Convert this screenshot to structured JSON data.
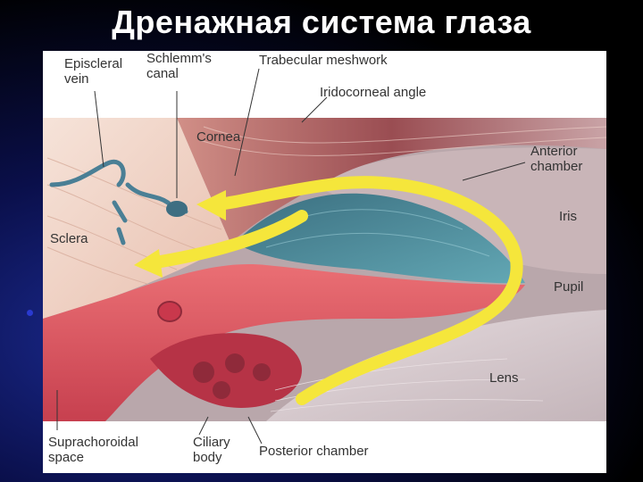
{
  "slide": {
    "title": "Дренажная система глаза"
  },
  "colors": {
    "sclera": "#f1d3c5",
    "tissue_red": "#e05a63",
    "dark_red": "#b9384a",
    "cornea_dark": "#7b3b3f",
    "iris_blue": "#4f8e9c",
    "lens": "#d6c9cc",
    "arrow": "#f5e63b",
    "vessel": "#4a7f95",
    "label_text": "#333333"
  },
  "labels": {
    "episcleral_vein": "Episcleral\nvein",
    "schlemms_canal": "Schlemm's\ncanal",
    "trabecular_meshwork": "Trabecular meshwork",
    "iridocorneal_angle": "Iridocorneal angle",
    "cornea": "Cornea",
    "anterior_chamber": "Anterior\nchamber",
    "iris": "Iris",
    "sclera": "Sclera",
    "pupil": "Pupil",
    "lens": "Lens",
    "suprachoroidal_space": "Suprachoroidal\nspace",
    "ciliary_body": "Ciliary\nbody",
    "posterior_chamber": "Posterior chamber"
  }
}
